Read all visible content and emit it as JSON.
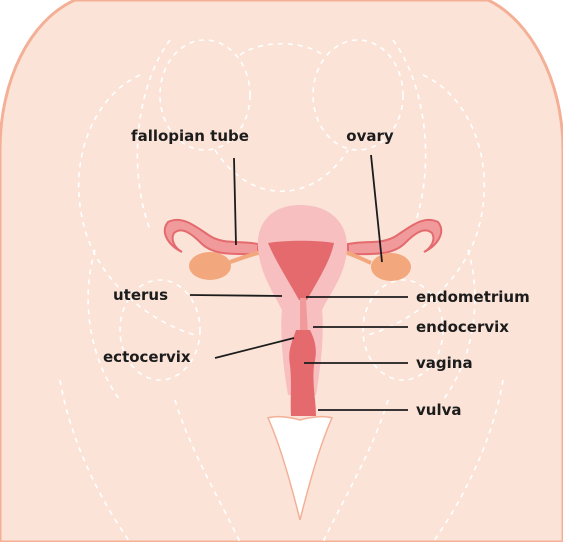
{
  "labels": {
    "fallopian_tube": "fallopian tube",
    "ovary": "ovary",
    "uterus": "uterus",
    "endometrium": "endometrium",
    "endocervix": "endocervix",
    "ectocervix": "ectocervix",
    "vagina": "vagina",
    "vulva": "vulva"
  },
  "colors": {
    "skin": "#FBE3D7",
    "outline": "#F4B096",
    "dashed": "#FFFFFF",
    "uterus_light": "#F7BFC0",
    "uterus_mid": "#F19A9C",
    "uterus_dark": "#E46A6E",
    "ovary": "#F2A77D",
    "leader": "#1c1c1c"
  }
}
